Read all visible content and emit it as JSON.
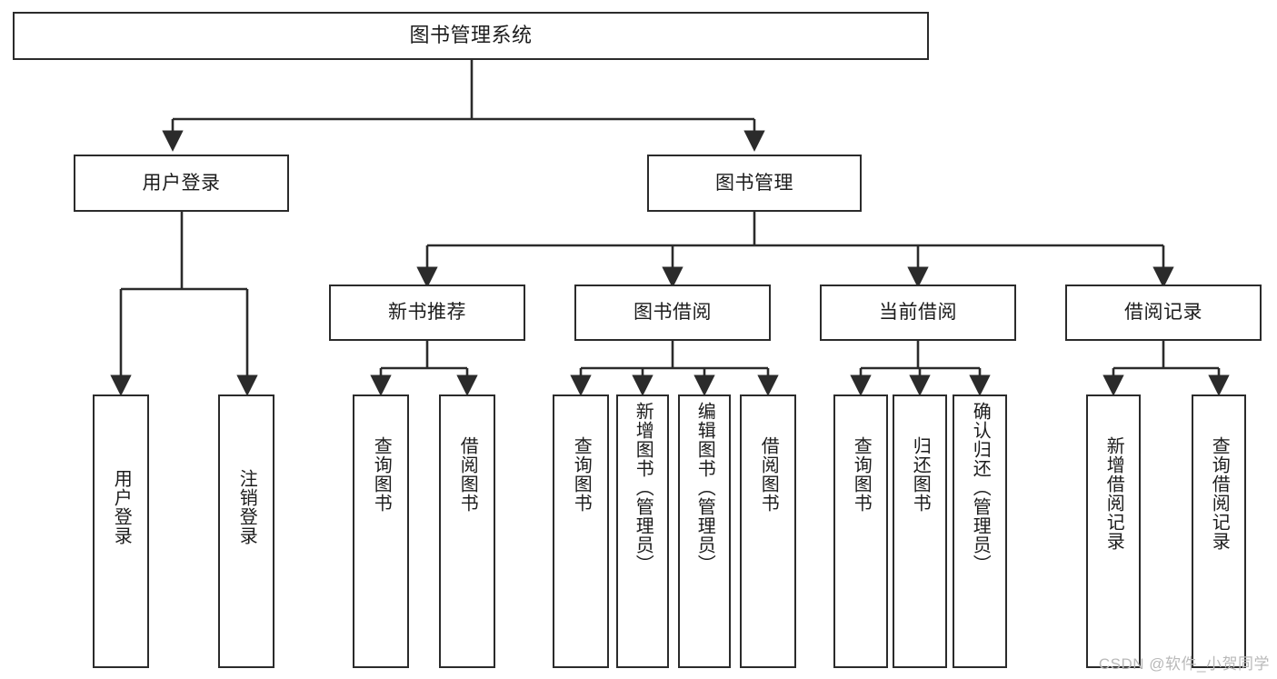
{
  "diagram": {
    "title": "图书管理系统",
    "type": "tree-hierarchy",
    "watermark": "CSDN @软件_小贺同学",
    "colors": {
      "stroke": "#2b2b2b",
      "fill": "#ffffff",
      "text": "#1c1c1c",
      "watermark": "#b9b9b9"
    },
    "levels": {
      "root": {
        "label": "图书管理系统"
      },
      "level2": [
        {
          "id": "user-login",
          "label": "用户登录"
        },
        {
          "id": "book-manage",
          "label": "图书管理"
        }
      ],
      "level3": [
        {
          "id": "new-book-recommend",
          "label": "新书推荐",
          "parent": "book-manage"
        },
        {
          "id": "book-borrow",
          "label": "图书借阅",
          "parent": "book-manage"
        },
        {
          "id": "current-borrow",
          "label": "当前借阅",
          "parent": "book-manage"
        },
        {
          "id": "borrow-record",
          "label": "借阅记录",
          "parent": "book-manage"
        }
      ],
      "leaves": [
        {
          "id": "leaf-user-login",
          "label": "用户登录",
          "parent": "user-login"
        },
        {
          "id": "leaf-user-logout",
          "label": "注销登录",
          "parent": "user-login"
        },
        {
          "id": "leaf-query-book-1",
          "label": "查询图书",
          "parent": "new-book-recommend"
        },
        {
          "id": "leaf-borrow-book-1",
          "label": "借阅图书",
          "parent": "new-book-recommend"
        },
        {
          "id": "leaf-query-book-2",
          "label": "查询图书",
          "parent": "book-borrow"
        },
        {
          "id": "leaf-add-book",
          "label": "新增图书（管理员）",
          "parent": "book-borrow"
        },
        {
          "id": "leaf-edit-book",
          "label": "编辑图书（管理员）",
          "parent": "book-borrow"
        },
        {
          "id": "leaf-borrow-book-2",
          "label": "借阅图书",
          "parent": "book-borrow"
        },
        {
          "id": "leaf-query-book-3",
          "label": "查询图书",
          "parent": "current-borrow"
        },
        {
          "id": "leaf-return-book",
          "label": "归还图书",
          "parent": "current-borrow"
        },
        {
          "id": "leaf-confirm-return",
          "label": "确认归还（管理员）",
          "parent": "current-borrow"
        },
        {
          "id": "leaf-add-record",
          "label": "新增借阅记录",
          "parent": "borrow-record"
        },
        {
          "id": "leaf-query-record",
          "label": "查询借阅记录",
          "parent": "borrow-record"
        }
      ]
    }
  }
}
